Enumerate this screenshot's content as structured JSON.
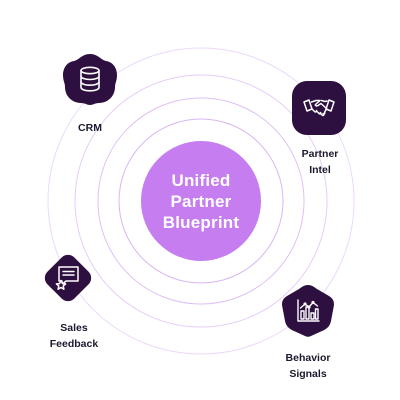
{
  "hub": {
    "title": "Unified\nPartner\nBlueprint",
    "color": "#c57df0"
  },
  "theme": {
    "node_color": "#2e1040",
    "ring_color": "#d9b6f3",
    "label_color": "#1a1a2e"
  },
  "nodes": {
    "crm": {
      "label": "CRM",
      "icon": "database-icon"
    },
    "partner_intel": {
      "label": "Partner\nIntel",
      "icon": "handshake-icon"
    },
    "sales_feedback": {
      "label": "Sales\nFeedback",
      "icon": "chat-star-icon"
    },
    "behavior_signals": {
      "label": "Behavior\nSignals",
      "icon": "bar-chart-icon"
    }
  }
}
